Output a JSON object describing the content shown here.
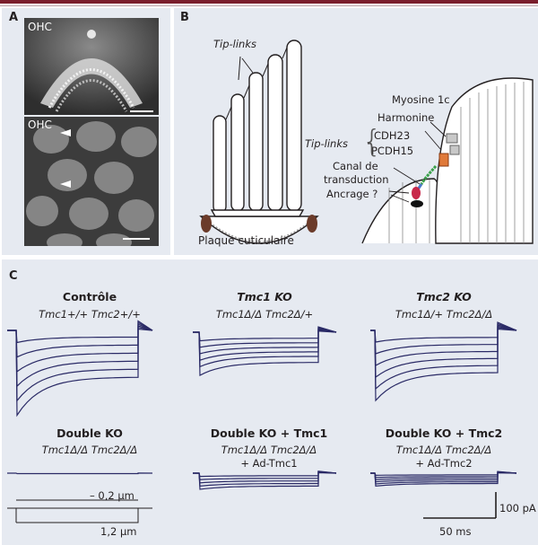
{
  "panels": {
    "a_letter": "A",
    "b_letter": "B",
    "c_letter": "C"
  },
  "panel_a": {
    "top_label": "OHC",
    "bottom_label": "OHC"
  },
  "panel_b": {
    "tip_links_top": "Tip-links",
    "plaque": "Plaque cuticulaire",
    "myosine": "Myosine 1c",
    "harmonine": "Harmonine",
    "cdh23": "CDH23",
    "pcdh15": "PCDH15",
    "tip_links_side": "Tip-links",
    "canal_line1": "Canal de",
    "canal_line2": "transduction",
    "ancrage": "Ancrage ?"
  },
  "panel_c": {
    "traces": [
      {
        "title": "Contrôle",
        "genotype": "Tmc1+/+ Tmc2+/+",
        "extra": ""
      },
      {
        "title": "Tmc1 KO",
        "genotype": "Tmc1Δ/Δ Tmc2Δ/+",
        "extra": ""
      },
      {
        "title": "Tmc2 KO",
        "genotype": "Tmc1Δ/+ Tmc2Δ/Δ",
        "extra": ""
      },
      {
        "title": "Double KO",
        "genotype": "Tmc1Δ/Δ Tmc2Δ/Δ",
        "extra": ""
      },
      {
        "title": "Double KO + Tmc1",
        "genotype": "Tmc1Δ/Δ Tmc2Δ/Δ",
        "extra": "+ Ad-Tmc1"
      },
      {
        "title": "Double KO + Tmc2",
        "genotype": "Tmc1Δ/Δ Tmc2Δ/Δ",
        "extra": "+ Ad-Tmc2"
      }
    ],
    "stim_small": "– 0,2 µm",
    "stim_large": "1,2 µm",
    "scale_y": "100 pA",
    "scale_x": "50 ms"
  },
  "colors": {
    "trace": "#2a2a66",
    "accent": "#7a1e2c",
    "panel_bg": "#e6eaf1"
  }
}
